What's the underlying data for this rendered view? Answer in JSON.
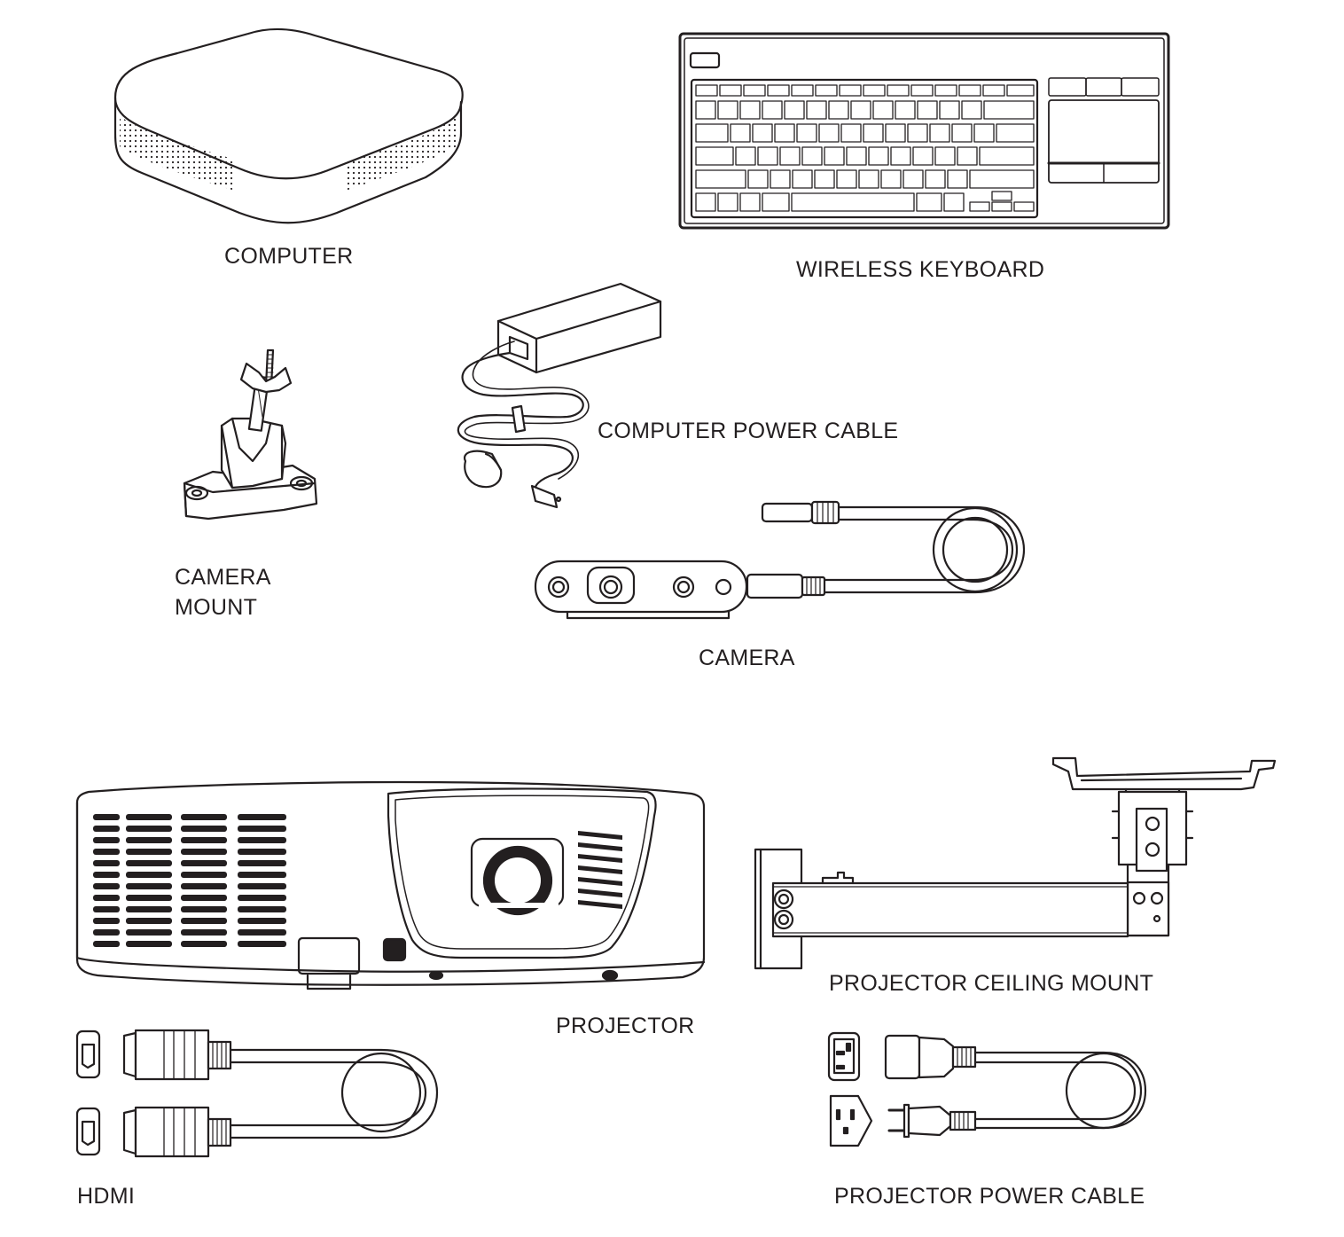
{
  "labels": {
    "computer": "COMPUTER",
    "wireless_keyboard": "WIRELESS KEYBOARD",
    "camera_mount_line1": "CAMERA",
    "camera_mount_line2": "MOUNT",
    "computer_power_cable": "COMPUTER POWER CABLE",
    "camera": "CAMERA",
    "projector": "PROJECTOR",
    "projector_ceiling_mount": "PROJECTOR CEILING MOUNT",
    "hdmi": "HDMI",
    "projector_power_cable": "PROJECTOR POWER CABLE"
  },
  "colors": {
    "ink": "#231f20",
    "background": "#ffffff"
  }
}
